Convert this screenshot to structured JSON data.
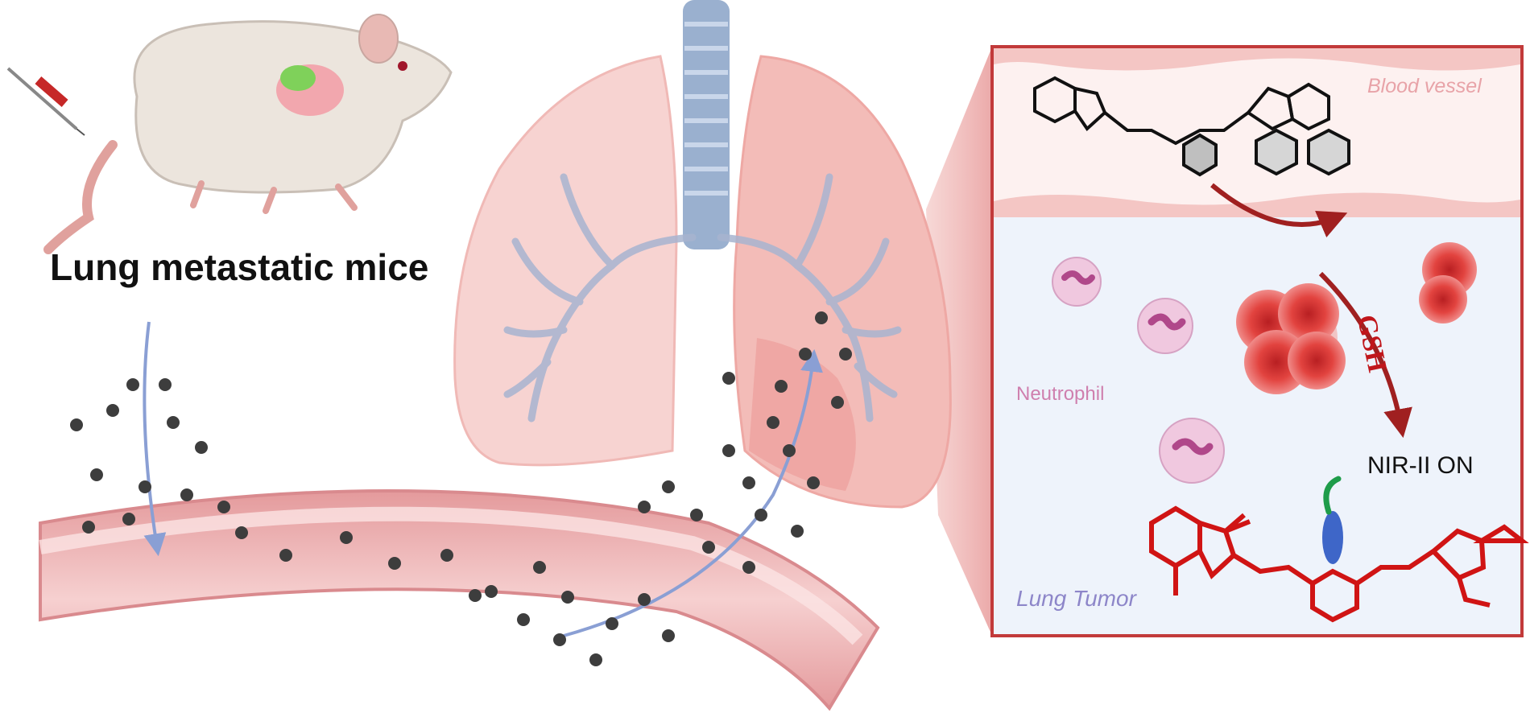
{
  "labels": {
    "mice_label": "Lung metastatic mice",
    "blood_vessel": "Blood vessel",
    "neutrophil": "Neutrophil",
    "gsh": "GSH",
    "nir_on": "NIR-II ON",
    "lung_tumor": "Lung Tumor"
  },
  "colors": {
    "vessel_pink": "#f2c3c3",
    "vessel_edge": "#d98a8e",
    "lung_pink": "#f7d3d1",
    "trachea_blue": "#9ab0cf",
    "probe_red": "#d01414",
    "arrow_red": "#a02020",
    "blue_arrow": "#8a9fd4",
    "neutrophil": "#e3b4d2",
    "tumor_cell": "#e2433f"
  },
  "icons": [
    "mouse-icon",
    "syringe-icon",
    "lungs-icon",
    "neutrophil-icon",
    "tumor-cell-icon",
    "molecule-icon"
  ]
}
